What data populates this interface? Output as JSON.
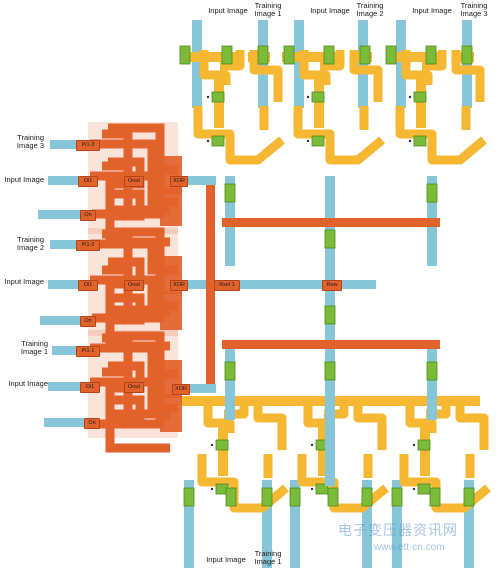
{
  "top_labels": [
    {
      "text": "Input Image"
    },
    {
      "text": "Training\nImage 1"
    },
    {
      "text": "Input Image"
    },
    {
      "text": "Training\nImage 2"
    },
    {
      "text": "Input Image"
    },
    {
      "text": "Training\nImage 3"
    }
  ],
  "left_labels": [
    {
      "text": "Training\nImage 3"
    },
    {
      "text": "Input Image"
    },
    {
      "text": "Training\nImage 2"
    },
    {
      "text": "Input Image"
    },
    {
      "text": "Training\nImage 1"
    },
    {
      "text": "Input Image"
    }
  ],
  "bottom_labels": [
    {
      "text": "Input Image"
    },
    {
      "text": "Training\nImage 1"
    }
  ],
  "xor_units": [
    {
      "pi": "Pi1-3",
      "oi": "Oi1",
      "out": "Oout",
      "xor": "XOR",
      "on": "On"
    },
    {
      "pi": "Pi1-2",
      "oi": "Oi1",
      "out": "Oout",
      "xor": "XOR",
      "on": "On"
    },
    {
      "pi": "Pi1-1",
      "oi": "Oi1",
      "out": "Oout",
      "xor": "XOR",
      "on": "On"
    }
  ],
  "mid_boxes": {
    "rsel": "Rsel 1",
    "rew": "Rew"
  },
  "gate_labels": {
    "pi": "Pi",
    "oi": "Oi"
  },
  "watermark": {
    "cn": "电子变压器资讯网",
    "url": "www.ett-cn.com"
  },
  "colors": {
    "orange": "#e2622c",
    "yellow": "#f6b732",
    "blue": "#86c6d8",
    "green": "#7cbb3a"
  }
}
